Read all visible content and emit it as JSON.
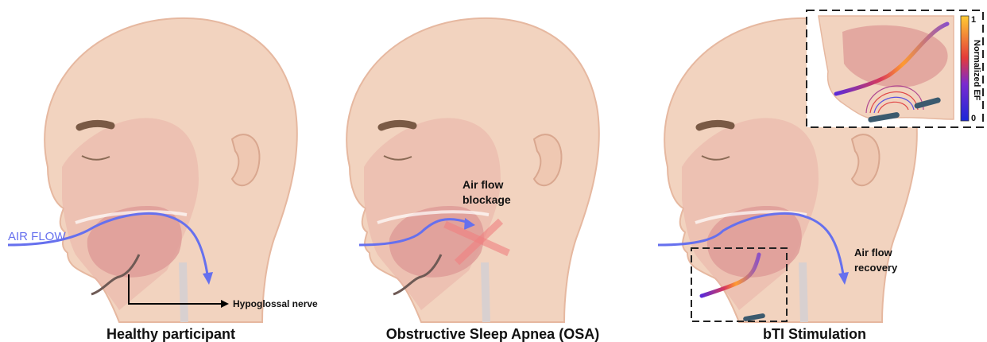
{
  "panels": [
    {
      "caption": "Healthy participant",
      "annotations": {
        "airflow": "AIR FLOW",
        "nerve": "Hypoglossal nerve"
      }
    },
    {
      "caption": "Obstructive Sleep Apnea (OSA)",
      "annotations": {
        "blockage_line1": "Air flow",
        "blockage_line2": "blockage"
      }
    },
    {
      "caption": "bTI Stimulation",
      "annotations": {
        "recovery_line1": "Air flow",
        "recovery_line2": "recovery"
      },
      "inset": {
        "colorbar_label": "Normalized EF",
        "colorbar_max": "1",
        "colorbar_min": "0"
      }
    }
  ],
  "colors": {
    "skin": "#f2d3bf",
    "skin_edge": "#e6b8a0",
    "airway": "#eab3a8",
    "tongue": "#dd9a96",
    "airflow": "#6670ee",
    "blockage": "#f08080",
    "eyebrow": "#7a5a45",
    "electrode": "#3b5a6e",
    "nerve": "#6e5a55"
  },
  "icons": [
    "head-icon",
    "ear-icon",
    "electrode-icon",
    "colorbar-icon"
  ]
}
